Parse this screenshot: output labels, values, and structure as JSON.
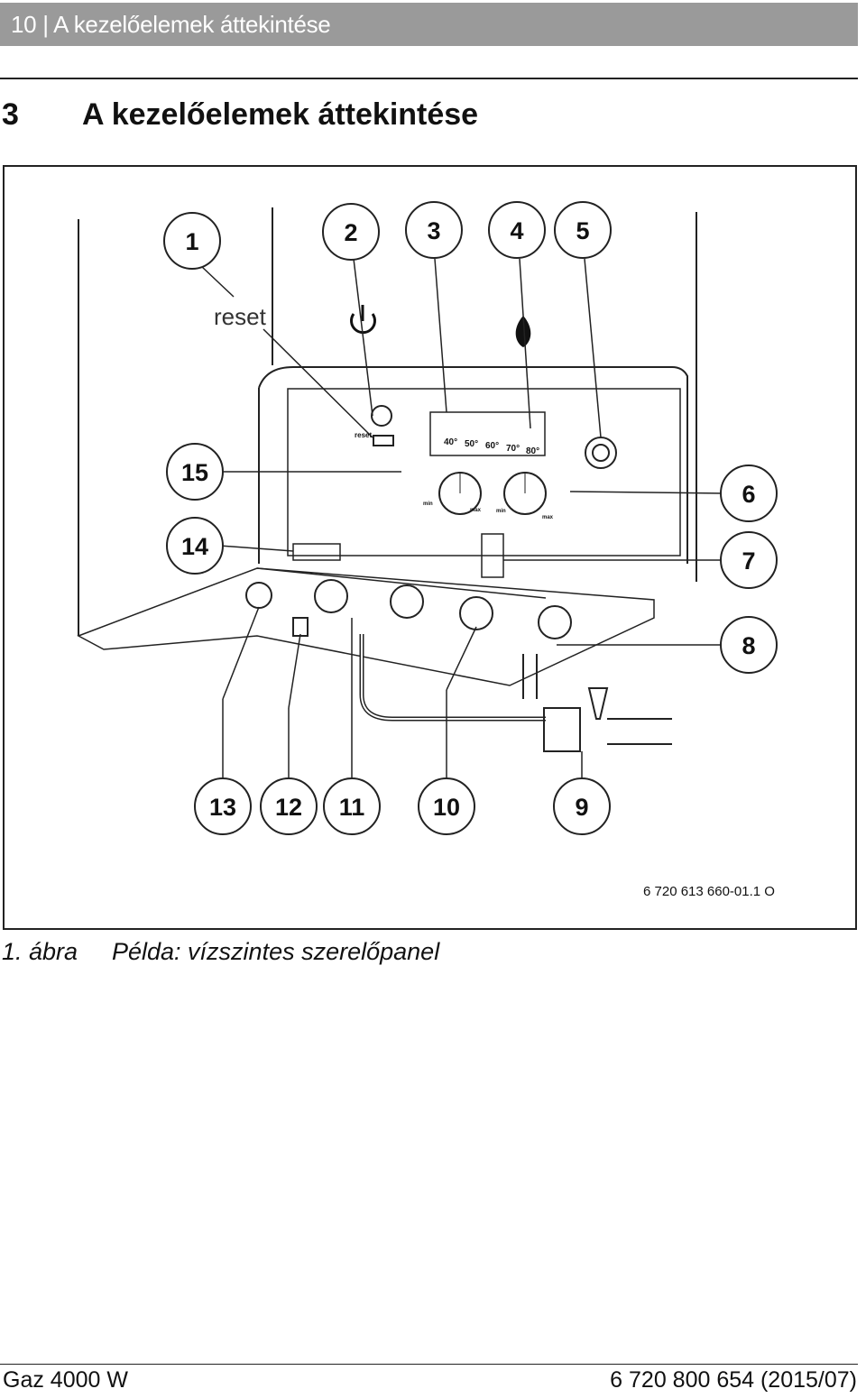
{
  "header": {
    "text": "10 | A kezelőelemek áttekintése"
  },
  "section": {
    "number": "3",
    "title": "A kezelőelemek áttekintése"
  },
  "figure": {
    "callouts": [
      "1",
      "2",
      "3",
      "4",
      "5",
      "6",
      "7",
      "8",
      "9",
      "10",
      "11",
      "12",
      "13",
      "14",
      "15"
    ],
    "reset_label": "reset",
    "panel_reset_label": "reset",
    "temp_labels": [
      "40°",
      "50°",
      "60°",
      "70°",
      "80°"
    ],
    "knob_max_label": "max",
    "knob_min_label": "min",
    "figure_id": "6 720 613 660-01.1 O"
  },
  "caption": {
    "number": "1. ábra",
    "text": "Példa: vízszintes szerelőpanel"
  },
  "footer": {
    "left": "Gaz 4000 W",
    "right": "6 720 800 654 (2015/07)"
  }
}
